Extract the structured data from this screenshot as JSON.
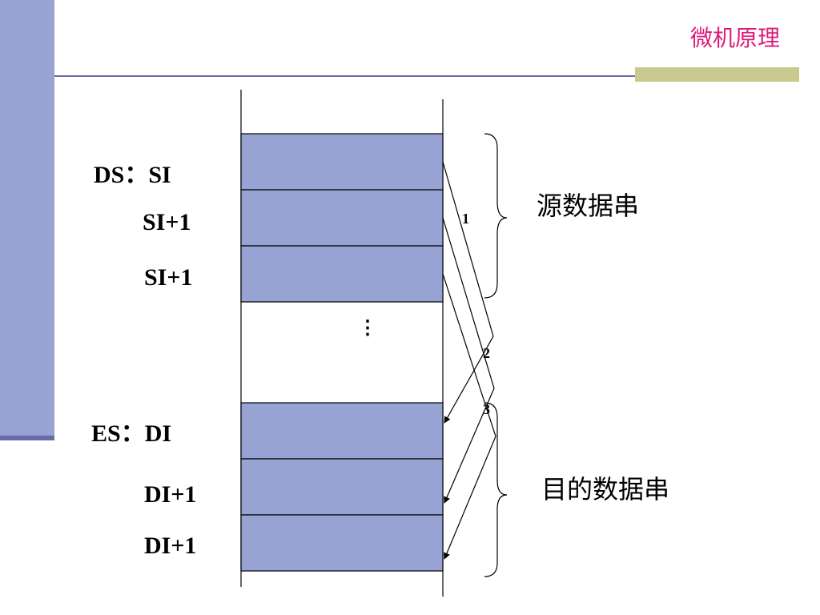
{
  "header": {
    "title": "微机原理"
  },
  "memory": {
    "source_labels": [
      "DS：SI",
      "SI+1",
      "SI+1"
    ],
    "ellipsis": "⋮",
    "dest_labels": [
      "ES：DI",
      "DI+1",
      "DI+1"
    ]
  },
  "groups": {
    "source": "源数据串",
    "dest": "目的数据串"
  },
  "steps": [
    "1",
    "2",
    "3"
  ],
  "colors": {
    "cell_fill": "#97a3d2",
    "sidebar": "#97a3d2",
    "accent_bar": "#c8c88f",
    "title": "#e0197a",
    "rule": "#6a6aa8"
  }
}
